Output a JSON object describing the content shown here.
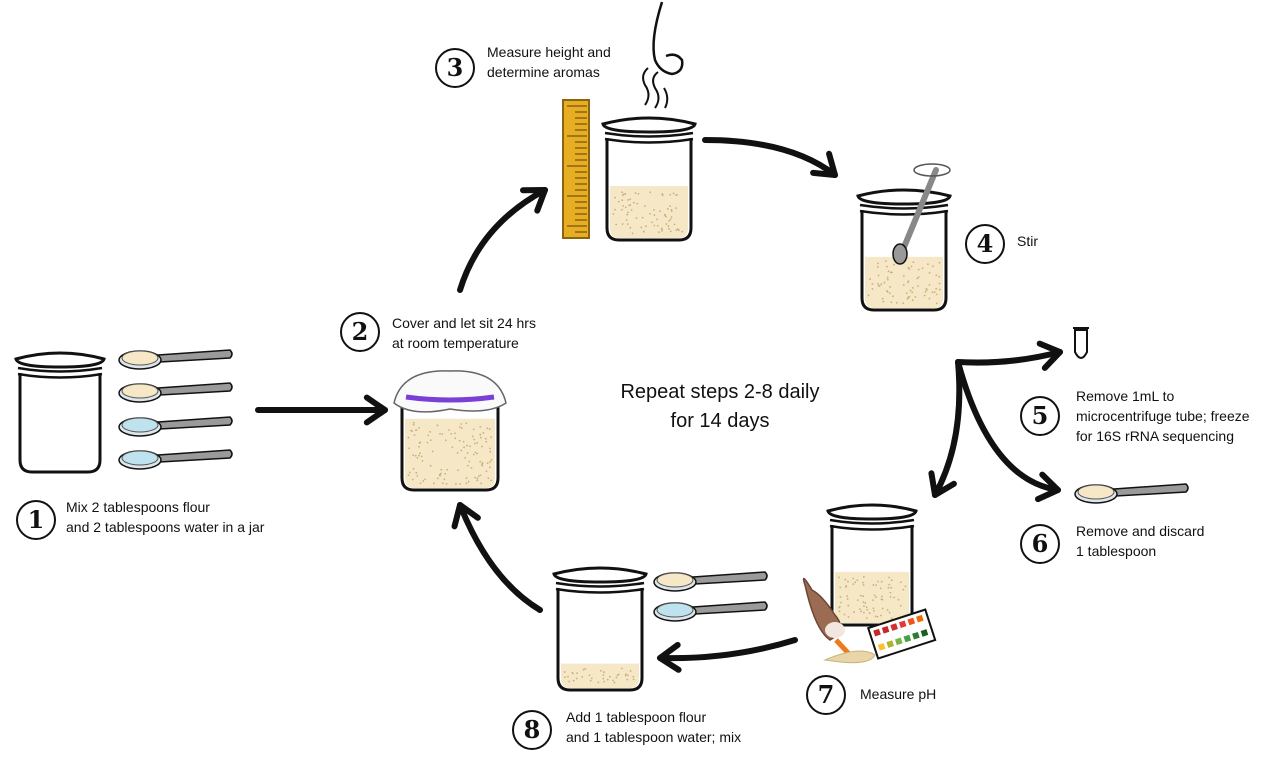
{
  "center_text": {
    "line1": "Repeat steps 2-8 daily",
    "line2": "for 14 days"
  },
  "steps": [
    {
      "number": "1",
      "text": "Mix 2 tablespoons flour\nand 2 tablespoons water in a jar"
    },
    {
      "number": "2",
      "text": "Cover and let sit 24 hrs\nat room temperature"
    },
    {
      "number": "3",
      "text": "Measure height and\ndetermine aromas"
    },
    {
      "number": "4",
      "text": "Stir"
    },
    {
      "number": "5",
      "text": "Remove 1mL to\nmicrocentrifuge tube; freeze\nfor 16S rRNA sequencing"
    },
    {
      "number": "6",
      "text": "Remove and discard\n1 tablespoon"
    },
    {
      "number": "7",
      "text": "Measure pH"
    },
    {
      "number": "8",
      "text": "Add 1 tablespoon flour\nand 1 tablespoon water; mix"
    }
  ],
  "colors": {
    "starter": "#f6e8c6",
    "water": "#bfe3ee",
    "cloth_band": "#7a3fd6",
    "ruler": "#e7ad23",
    "ink": "#111111"
  },
  "icons": [
    "jar-icon",
    "spoon-icon",
    "ruler-icon",
    "nose-icon",
    "microcentrifuge-tube-icon",
    "ph-strip-icon",
    "dropper-icon",
    "arrow-icon"
  ]
}
